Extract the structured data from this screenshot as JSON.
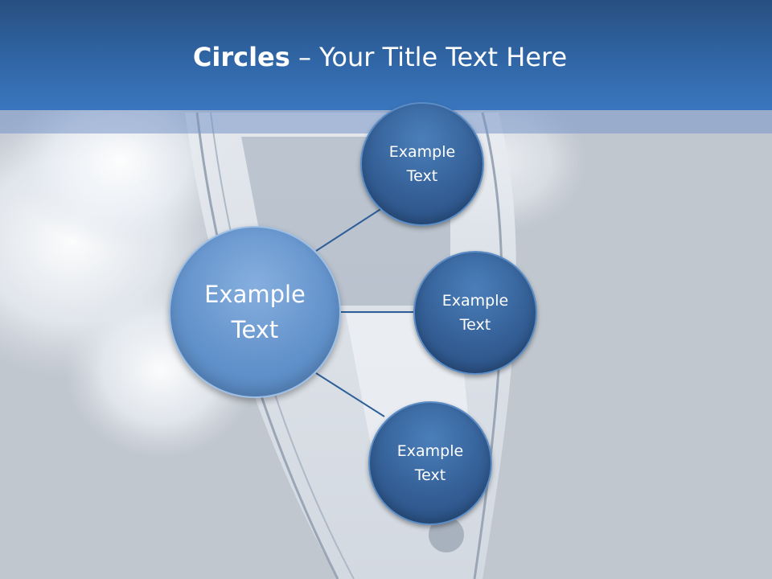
{
  "title": {
    "bold": "Circles",
    "rest": " – Your Title Text Here"
  },
  "center_node": {
    "line1": "Example",
    "line2": "Text"
  },
  "nodes": [
    {
      "line1": "Example",
      "line2": "Text"
    },
    {
      "line1": "Example",
      "line2": "Text"
    },
    {
      "line1": "Example",
      "line2": "Text"
    }
  ],
  "colors": {
    "header": "#3066a6",
    "small_circle": "#345f96",
    "center_circle": "#6695cd",
    "connector": "#2e5f99"
  }
}
